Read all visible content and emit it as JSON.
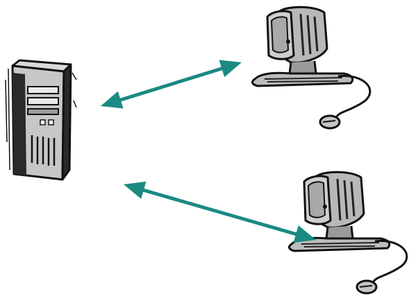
{
  "diagram": {
    "nodes": [
      {
        "id": "server",
        "kind": "tower-server",
        "icon": "server-tower-icon"
      },
      {
        "id": "client-1",
        "kind": "desktop-computer",
        "icon": "desktop-computer-icon"
      },
      {
        "id": "client-2",
        "kind": "desktop-computer",
        "icon": "desktop-computer-icon"
      }
    ],
    "edges": [
      {
        "from": "server",
        "to": "client-1",
        "direction": "bidirectional"
      },
      {
        "from": "server",
        "to": "client-2",
        "direction": "bidirectional"
      }
    ],
    "colors": {
      "arrow": "#1a8a82",
      "outline": "#111111",
      "body_gray": "#b8b8b8",
      "shade_gray": "#8f8f8f",
      "tower_dark": "#2a2a2a"
    }
  }
}
